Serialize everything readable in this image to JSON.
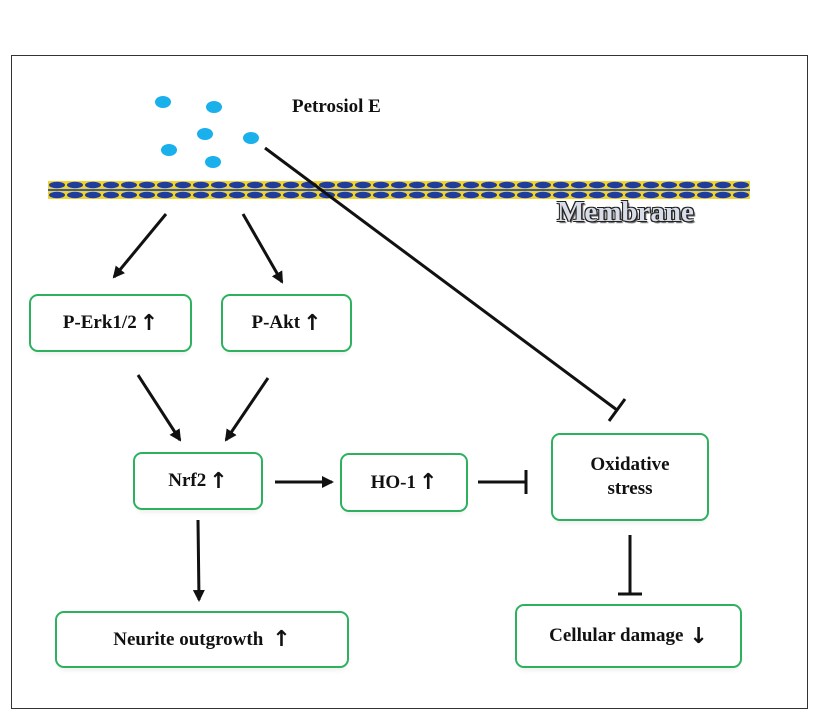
{
  "title": "Petrosiol E",
  "membrane_label": "Membrane",
  "nodes": {
    "perk": {
      "label": "P-Erk1/2",
      "arrow": "↑"
    },
    "pakt": {
      "label": "P-Akt",
      "arrow": "↑"
    },
    "nrf2": {
      "label": "Nrf2",
      "arrow": "↑"
    },
    "ho1": {
      "label": "HO-1",
      "arrow": "↑"
    },
    "oxidative": {
      "label_line1": "Oxidative",
      "label_line2": "stress"
    },
    "neurite": {
      "label": "Neurite outgrowth",
      "arrow": "↑"
    },
    "cellular": {
      "label": "Cellular damage",
      "arrow": "↓"
    }
  },
  "colors": {
    "node_border": "#2eb15e",
    "dot": "#1ab0ec",
    "membrane_blue": "#1f3d9e",
    "membrane_yellow": "#f2d32a"
  }
}
